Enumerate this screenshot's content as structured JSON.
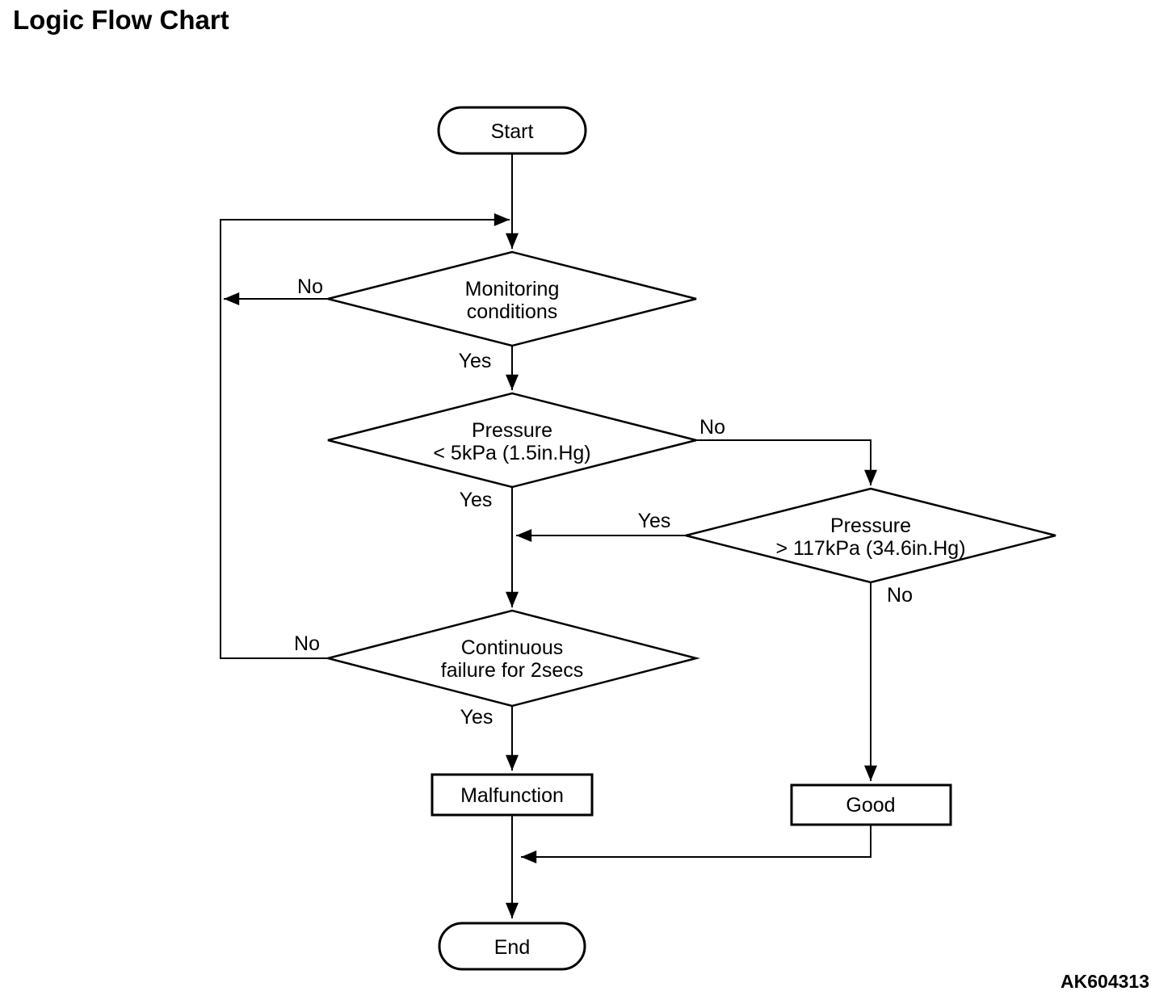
{
  "title": "Logic Flow Chart",
  "figure_code": "AK604313",
  "nodes": {
    "start": {
      "label": "Start"
    },
    "monitoring_conditions": {
      "line1": "Monitoring",
      "line2": "conditions"
    },
    "pressure_low": {
      "line1": "Pressure",
      "line2": "< 5kPa (1.5in.Hg)"
    },
    "pressure_high": {
      "line1": "Pressure",
      "line2": "> 117kPa (34.6in.Hg)"
    },
    "continuous_failure": {
      "line1": "Continuous",
      "line2": "failure for 2secs"
    },
    "malfunction": {
      "label": "Malfunction"
    },
    "good": {
      "label": "Good"
    },
    "end": {
      "label": "End"
    }
  },
  "edge_labels": {
    "monitoring_no": "No",
    "monitoring_yes": "Yes",
    "pressure_low_no": "No",
    "pressure_low_yes": "Yes",
    "pressure_high_yes": "Yes",
    "pressure_high_no": "No",
    "continuous_no": "No",
    "continuous_yes": "Yes"
  },
  "colors": {
    "line": "#000000",
    "background": "#ffffff"
  }
}
